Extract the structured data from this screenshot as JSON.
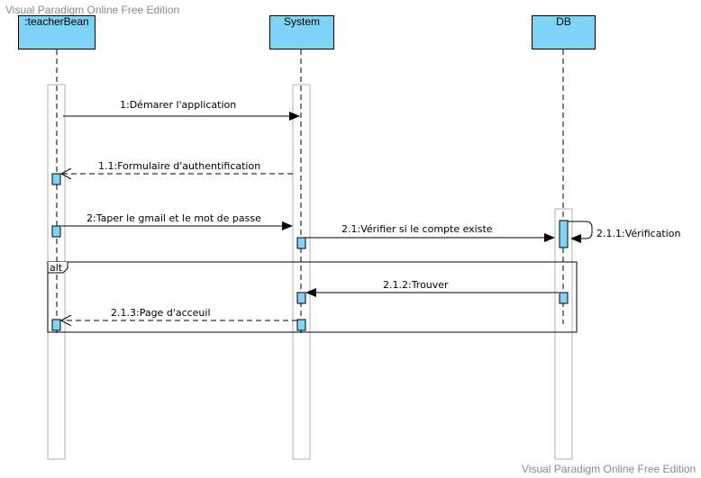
{
  "watermark": {
    "top": "Visual Paradigm Online Free Edition",
    "bottom": "Visual Paradigm Online Free Edition"
  },
  "lifelines": {
    "teacher": ":teacherBean",
    "system": "System",
    "db": "DB"
  },
  "messages": {
    "m1": "1:Démarer l'application",
    "m1_1": "1.1:Formulaire d'authentification",
    "m2": "2:Taper le gmail et le mot de passe",
    "m2_1": "2.1:Vérifier si le compte existe",
    "m2_1_1": "2.1.1:Vérification",
    "m2_1_2": "2.1.2:Trouver",
    "m2_1_3": "2.1.3:Page d'acceuil"
  },
  "fragment": {
    "operator": "alt"
  },
  "colors": {
    "lifeline_fill": "#7ed3f7",
    "activation_fill": "#7ed3f7",
    "line": "#000000",
    "frame_border": "#b0b0b0"
  }
}
